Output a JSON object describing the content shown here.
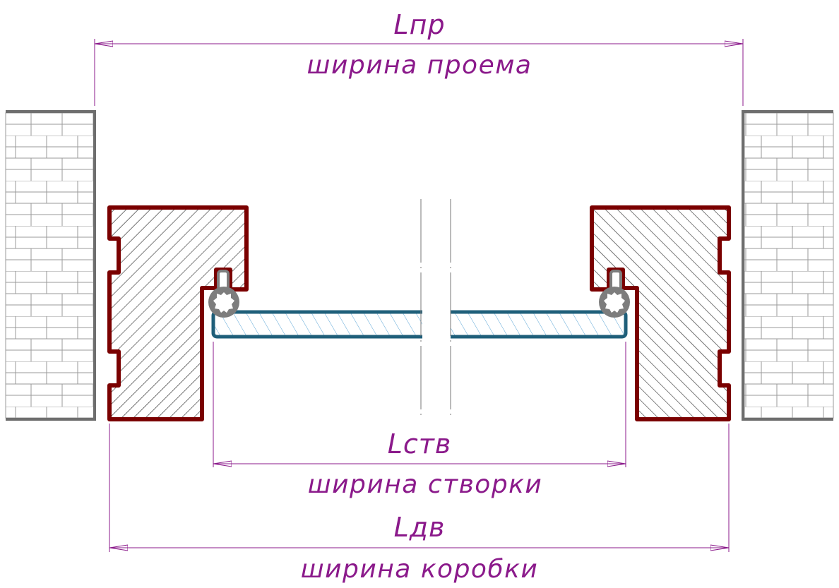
{
  "dimensions": {
    "opening": {
      "label": "Lпр",
      "caption": "ширина проема"
    },
    "leaf": {
      "label": "Lств",
      "caption": "ширина створки"
    },
    "frame": {
      "label": "Lдв",
      "caption": "ширина коробки"
    }
  },
  "colors": {
    "dimension": "#8b1a8b",
    "frame_outline": "#7a0000",
    "glass_outline": "#1f5f7a",
    "glass_hatch": "#5aa5d6",
    "wall": "#6e6e6e",
    "seal": "#7d7d7d",
    "hatch": "#222222"
  }
}
